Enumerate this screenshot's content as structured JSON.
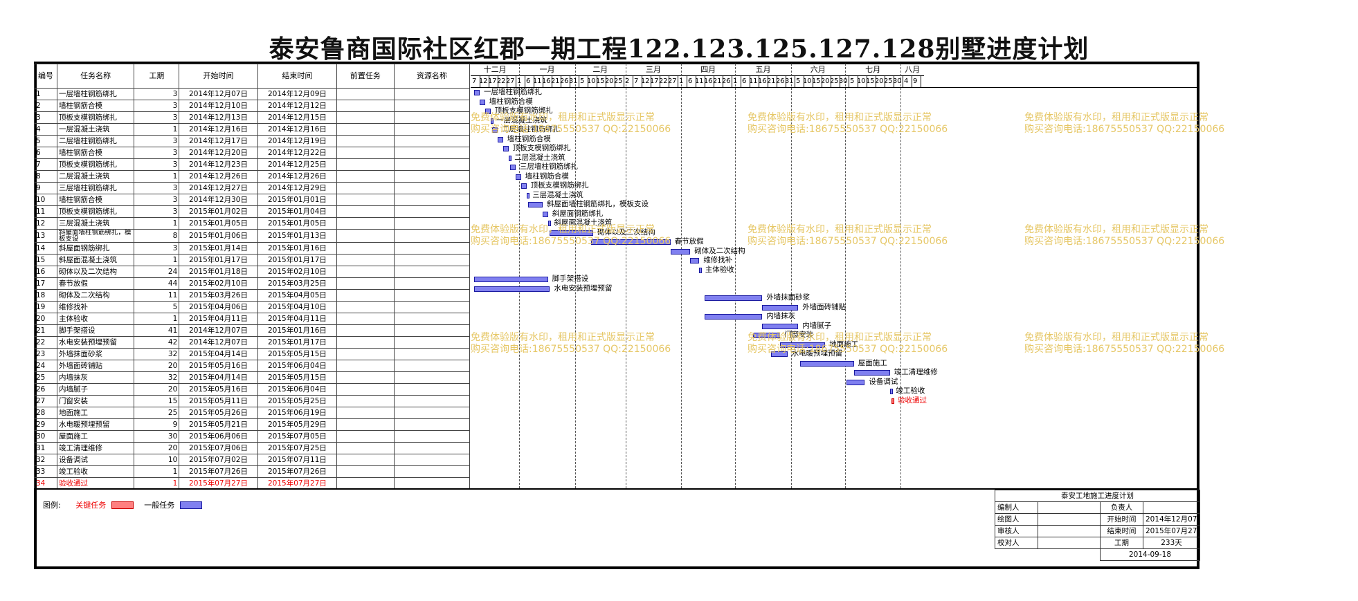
{
  "title": "泰安鲁商国际社区红郡一期工程122.123.125.127.128别墅进度计划",
  "table": {
    "headers": [
      "编号",
      "任务名称",
      "工期",
      "开始时间",
      "结束时间",
      "前置任务",
      "资源名称"
    ],
    "rows": [
      [
        "1",
        "一层墙柱钢筋绑扎",
        "3",
        "2014年12月07日",
        "2014年12月09日"
      ],
      [
        "2",
        "墙柱钢筋合模",
        "3",
        "2014年12月10日",
        "2014年12月12日"
      ],
      [
        "3",
        "顶板支模钢筋绑扎",
        "3",
        "2014年12月13日",
        "2014年12月15日"
      ],
      [
        "4",
        "一层混凝土浇筑",
        "1",
        "2014年12月16日",
        "2014年12月16日"
      ],
      [
        "5",
        "二层墙柱钢筋绑扎",
        "3",
        "2014年12月17日",
        "2014年12月19日"
      ],
      [
        "6",
        "墙柱钢筋合模",
        "3",
        "2014年12月20日",
        "2014年12月22日"
      ],
      [
        "7",
        "顶板支模钢筋绑扎",
        "3",
        "2014年12月23日",
        "2014年12月25日"
      ],
      [
        "8",
        "二层混凝土浇筑",
        "1",
        "2014年12月26日",
        "2014年12月26日"
      ],
      [
        "9",
        "三层墙柱钢筋绑扎",
        "3",
        "2014年12月27日",
        "2014年12月29日"
      ],
      [
        "10",
        "墙柱钢筋合模",
        "3",
        "2014年12月30日",
        "2015年01月01日"
      ],
      [
        "11",
        "顶板支模钢筋绑扎",
        "3",
        "2015年01月02日",
        "2015年01月04日"
      ],
      [
        "12",
        "三层混凝土浇筑",
        "1",
        "2015年01月05日",
        "2015年01月05日"
      ],
      [
        "13",
        "斜屋面墙柱钢筋绑扎，模板支设",
        "8",
        "2015年01月06日",
        "2015年01月13日"
      ],
      [
        "14",
        "斜屋面钢筋绑扎",
        "3",
        "2015年01月14日",
        "2015年01月16日"
      ],
      [
        "15",
        "斜屋面混凝土浇筑",
        "1",
        "2015年01月17日",
        "2015年01月17日"
      ],
      [
        "16",
        "砌体以及二次结构",
        "24",
        "2015年01月18日",
        "2015年02月10日"
      ],
      [
        "17",
        "春节放假",
        "44",
        "2015年02月10日",
        "2015年03月25日"
      ],
      [
        "18",
        "砌体及二次结构",
        "11",
        "2015年03月26日",
        "2015年04月05日"
      ],
      [
        "19",
        "维修找补",
        "5",
        "2015年04月06日",
        "2015年04月10日"
      ],
      [
        "20",
        "主体验收",
        "1",
        "2015年04月11日",
        "2015年04月11日"
      ],
      [
        "21",
        "脚手架搭设",
        "41",
        "2014年12月07日",
        "2015年01月16日"
      ],
      [
        "22",
        "水电安装预埋预留",
        "42",
        "2014年12月07日",
        "2015年01月17日"
      ],
      [
        "23",
        "外墙抹面砂浆",
        "32",
        "2015年04月14日",
        "2015年05月15日"
      ],
      [
        "24",
        "外墙面砖铺贴",
        "20",
        "2015年05月16日",
        "2015年06月04日"
      ],
      [
        "25",
        "内墙抹灰",
        "32",
        "2015年04月14日",
        "2015年05月15日"
      ],
      [
        "26",
        "内墙腻子",
        "20",
        "2015年05月16日",
        "2015年06月04日"
      ],
      [
        "27",
        "门窗安装",
        "15",
        "2015年05月11日",
        "2015年05月25日"
      ],
      [
        "28",
        "地面施工",
        "25",
        "2015年05月26日",
        "2015年06月19日"
      ],
      [
        "29",
        "水电暖预埋预留",
        "9",
        "2015年05月21日",
        "2015年05月29日"
      ],
      [
        "30",
        "屋面施工",
        "30",
        "2015年06月06日",
        "2015年07月05日"
      ],
      [
        "31",
        "竣工清理维修",
        "20",
        "2015年07月06日",
        "2015年07月25日"
      ],
      [
        "32",
        "设备调试",
        "10",
        "2015年07月02日",
        "2015年07月11日"
      ],
      [
        "33",
        "竣工验收",
        "1",
        "2015年07月26日",
        "2015年07月26日"
      ],
      [
        "34",
        "验收通过",
        "1",
        "2015年07月27日",
        "2015年07月27日"
      ]
    ],
    "critical_row": "34"
  },
  "gantt": {
    "months": [
      "十二月",
      "一月",
      "二月",
      "三月",
      "四月",
      "五月",
      "六月",
      "七月",
      "八月"
    ],
    "days": [
      "7",
      "12",
      "17",
      "22",
      "27",
      "1",
      "6",
      "11",
      "16",
      "21",
      "26",
      "31",
      "5",
      "10",
      "15",
      "20",
      "25",
      "2",
      "7",
      "12",
      "17",
      "22",
      "27",
      "1",
      "6",
      "11",
      "16",
      "21",
      "26",
      "1",
      "6",
      "11",
      "16",
      "21",
      "26",
      "31",
      "5",
      "10",
      "15",
      "20",
      "25",
      "30",
      "5",
      "10",
      "15",
      "20",
      "25",
      "30",
      "4",
      "9"
    ],
    "labels": [
      "一层墙柱钢筋绑扎",
      "墙柱钢筋合模",
      "顶板支模钢筋绑扎",
      "一层混凝土浇筑",
      "二层墙柱钢筋绑扎",
      "墙柱钢筋合模",
      "顶板支模钢筋绑扎",
      "二层混凝土浇筑",
      "三层墙柱钢筋绑扎",
      "墙柱钢筋合模",
      "顶板支模钢筋绑扎",
      "三层混凝土浇筑",
      "斜屋面墙柱钢筋绑扎，模板支设",
      "斜屋面钢筋绑扎",
      "斜屋面混凝土浇筑",
      "砌体以及二次结构",
      "春节放假",
      "砌体及二次结构",
      "维修找补",
      "主体验收",
      "脚手架搭设",
      "水电安装预埋预留",
      "外墙抹面砂浆",
      "外墙面砖铺贴",
      "内墙抹灰",
      "内墙腻子",
      "门窗安装",
      "地面施工",
      "水电暖预埋预留",
      "屋面施工",
      "竣工清理维修",
      "设备调试",
      "竣工验收",
      "验收通过"
    ]
  },
  "watermark": {
    "line1": "免费体验版有水印，租用和正式版显示正常",
    "line2": "购买咨询电话:18675550537 QQ:22150066"
  },
  "legend": {
    "label": "图例:",
    "critical": "关键任务",
    "normal": "一般任务"
  },
  "info": {
    "header": "泰安工地施工进度计划",
    "editor": "编制人",
    "owner": "负责人",
    "drawer": "绘图人",
    "start_label": "开始时间",
    "start": "2014年12月07日",
    "reviewer": "审核人",
    "end_label": "结束时间",
    "end": "2015年07月27日",
    "checker": "校对人",
    "duration_label": "工期",
    "duration": "233天",
    "date": "2014-09-18"
  }
}
